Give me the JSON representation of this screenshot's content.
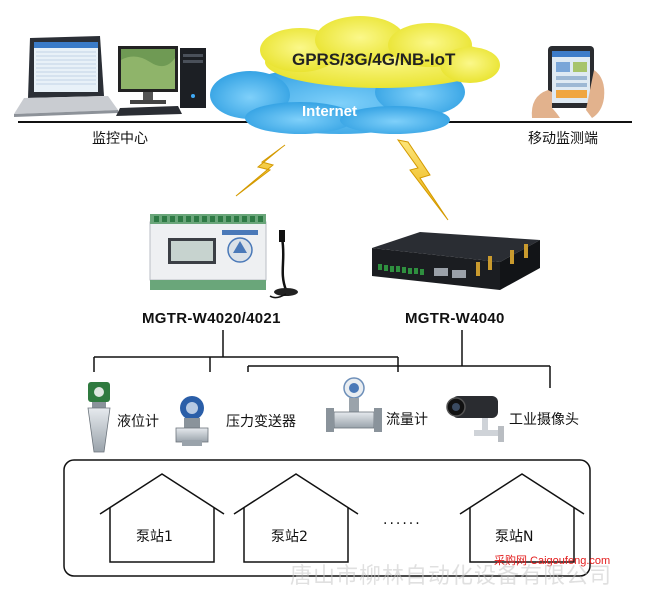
{
  "network": {
    "cloud_title": "GPRS/3G/4G/NB-IoT",
    "internet_label": "Internet",
    "monitor_center_label": "监控中心",
    "mobile_label": "移动监测端"
  },
  "devices": {
    "model_a": "MGTR-W4020/4021",
    "model_b": "MGTR-W4040"
  },
  "sensors": [
    {
      "label": "液位计",
      "icon": "radar-level-meter-icon"
    },
    {
      "label": "压力变送器",
      "icon": "pressure-transmitter-icon"
    },
    {
      "label": "流量计",
      "icon": "flow-meter-icon"
    },
    {
      "label": "工业摄像头",
      "icon": "industrial-camera-icon"
    }
  ],
  "stations": {
    "station_1": "泵站1",
    "station_2": "泵站2",
    "ellipsis": "......",
    "station_n": "泵站N"
  },
  "footer": {
    "brand": "采购网 Caigoufeng.com",
    "watermark": "唐山市柳林自动化设备有限公司"
  },
  "colors": {
    "cloud_blue": "#45b3ef",
    "cloud_yellow": "#f2ee3a",
    "bolt_yellow": "#f4c520",
    "line": "#111111"
  }
}
